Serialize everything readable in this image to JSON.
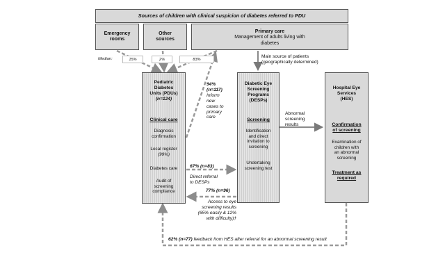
{
  "title": "Sources of children with clinical suspicion of diabetes referred to PDU",
  "sources": {
    "emergency": [
      "Emergency",
      "rooms"
    ],
    "other": [
      "Other",
      "sources"
    ],
    "primary_title": "Primary care",
    "primary_sub": [
      "Management of adults living with",
      "diabetes"
    ]
  },
  "median": {
    "label": "Median:",
    "emergency": "15%",
    "other": "2%",
    "primary": "83%"
  },
  "main_source": [
    "Main source of patients",
    "(geographically determined)"
  ],
  "pdu": {
    "title": [
      "Pediatric",
      "Diabetes",
      "Units (PDUs)"
    ],
    "n": "(n=124)",
    "section": "Clinical care",
    "diag": [
      "Diagnosis",
      "confirmation"
    ],
    "register": "Local register",
    "register_pct": "(99%)",
    "care": "Diabetes care",
    "audit": [
      "Audit of",
      "screening",
      "compliance"
    ]
  },
  "desps": {
    "title": [
      "Diabetic Eye",
      "Screening",
      "Programs",
      "(DESPs)"
    ],
    "section": "Screening",
    "ident": [
      "Identification",
      "and direct",
      "invitation to",
      "screening"
    ],
    "undertake": [
      "Undertaking",
      "screening test"
    ]
  },
  "hes": {
    "title": [
      "Hospital Eye",
      "Services",
      "(HES)"
    ],
    "section1": [
      "Confirmation",
      "of screening"
    ],
    "exam": [
      "Examination of",
      "children with",
      "an abnormal",
      "screening"
    ],
    "section2": [
      "Treatment as",
      "required"
    ]
  },
  "inform": {
    "stat": [
      "94%",
      "(n=117)"
    ],
    "text": [
      "Inform",
      "new",
      "cases to",
      "primary",
      "care"
    ]
  },
  "abnormal": [
    "Abnormal",
    "screening",
    "results"
  ],
  "direct": {
    "stat": "67% (n=83)",
    "text": [
      "Direct referral",
      "to DESPs"
    ]
  },
  "access": {
    "stat": "77% (n=96)",
    "text": [
      "Access to eye",
      "screening results",
      "(65% easily & 12%",
      "with difficulty)†"
    ]
  },
  "feedback": {
    "stat": "62% (n=77)",
    "text": "feedback from HES after referral for an abnormal screening result"
  },
  "colors": {
    "box_grey": "#d9d9d9",
    "arrow_grey": "#9a9a9a",
    "border": "#555555"
  }
}
